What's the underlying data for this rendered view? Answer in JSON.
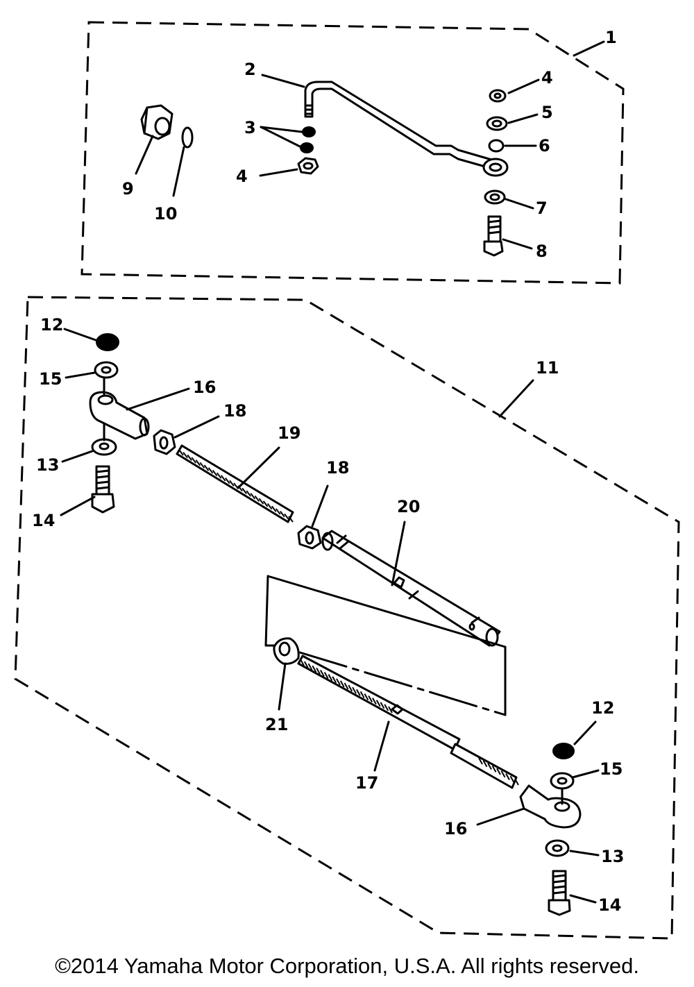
{
  "callouts": [
    {
      "id": "1",
      "text": "1"
    },
    {
      "id": "2",
      "text": "2"
    },
    {
      "id": "3",
      "text": "3"
    },
    {
      "id": "4a",
      "text": "4"
    },
    {
      "id": "4b",
      "text": "4"
    },
    {
      "id": "5",
      "text": "5"
    },
    {
      "id": "6",
      "text": "6"
    },
    {
      "id": "7",
      "text": "7"
    },
    {
      "id": "8",
      "text": "8"
    },
    {
      "id": "9",
      "text": "9"
    },
    {
      "id": "10",
      "text": "10"
    },
    {
      "id": "11",
      "text": "11"
    },
    {
      "id": "12a",
      "text": "12"
    },
    {
      "id": "12b",
      "text": "12"
    },
    {
      "id": "13a",
      "text": "13"
    },
    {
      "id": "13b",
      "text": "13"
    },
    {
      "id": "14a",
      "text": "14"
    },
    {
      "id": "14b",
      "text": "14"
    },
    {
      "id": "15a",
      "text": "15"
    },
    {
      "id": "15b",
      "text": "15"
    },
    {
      "id": "16a",
      "text": "16"
    },
    {
      "id": "16b",
      "text": "16"
    },
    {
      "id": "17",
      "text": "17"
    },
    {
      "id": "18a",
      "text": "18"
    },
    {
      "id": "18b",
      "text": "18"
    },
    {
      "id": "19",
      "text": "19"
    },
    {
      "id": "20",
      "text": "20"
    },
    {
      "id": "21",
      "text": "21"
    }
  ],
  "copyright": "©2014 Yamaha Motor Corporation, U.S.A. All rights reserved."
}
